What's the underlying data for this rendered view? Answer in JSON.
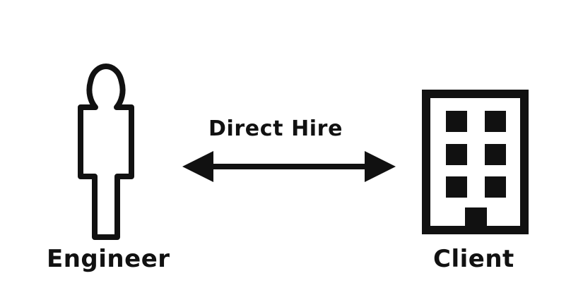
{
  "diagram": {
    "left_node": {
      "label": "Engineer",
      "icon": "person-icon"
    },
    "right_node": {
      "label": "Client",
      "icon": "building-icon"
    },
    "connection": {
      "label": "Direct Hire",
      "direction": "bidirectional",
      "icon": "double-arrow-icon"
    },
    "colors": {
      "stroke": "#111111",
      "background": "#ffffff"
    }
  }
}
